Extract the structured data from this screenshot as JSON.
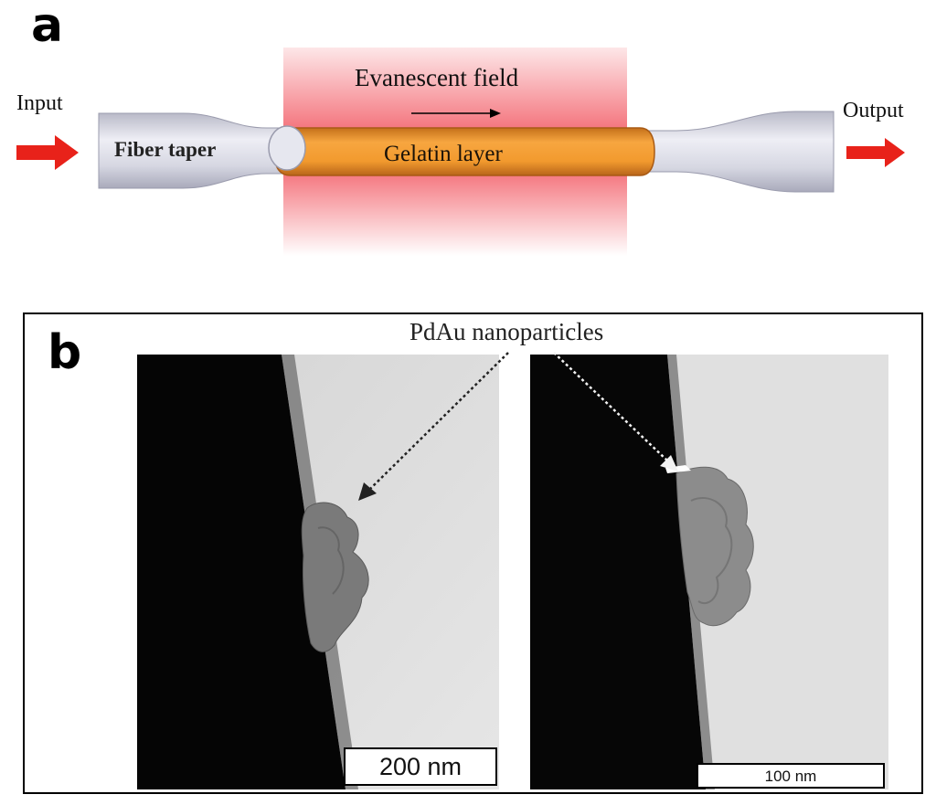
{
  "panel_a": {
    "letter": "a",
    "input_label": "Input",
    "output_label": "Output",
    "fiber_label": "Fiber taper",
    "gelatin_label": "Gelatin layer",
    "field_label": "Evanescent field",
    "colors": {
      "arrow": "#e8221a",
      "gelatin": "#f29a2e",
      "fiber": "#cfd0dc",
      "field": "#f0606a"
    }
  },
  "panel_b": {
    "letter": "b",
    "callout": "PdAu nanoparticles",
    "scale_left": "200 nm",
    "scale_right": "100 nm"
  }
}
